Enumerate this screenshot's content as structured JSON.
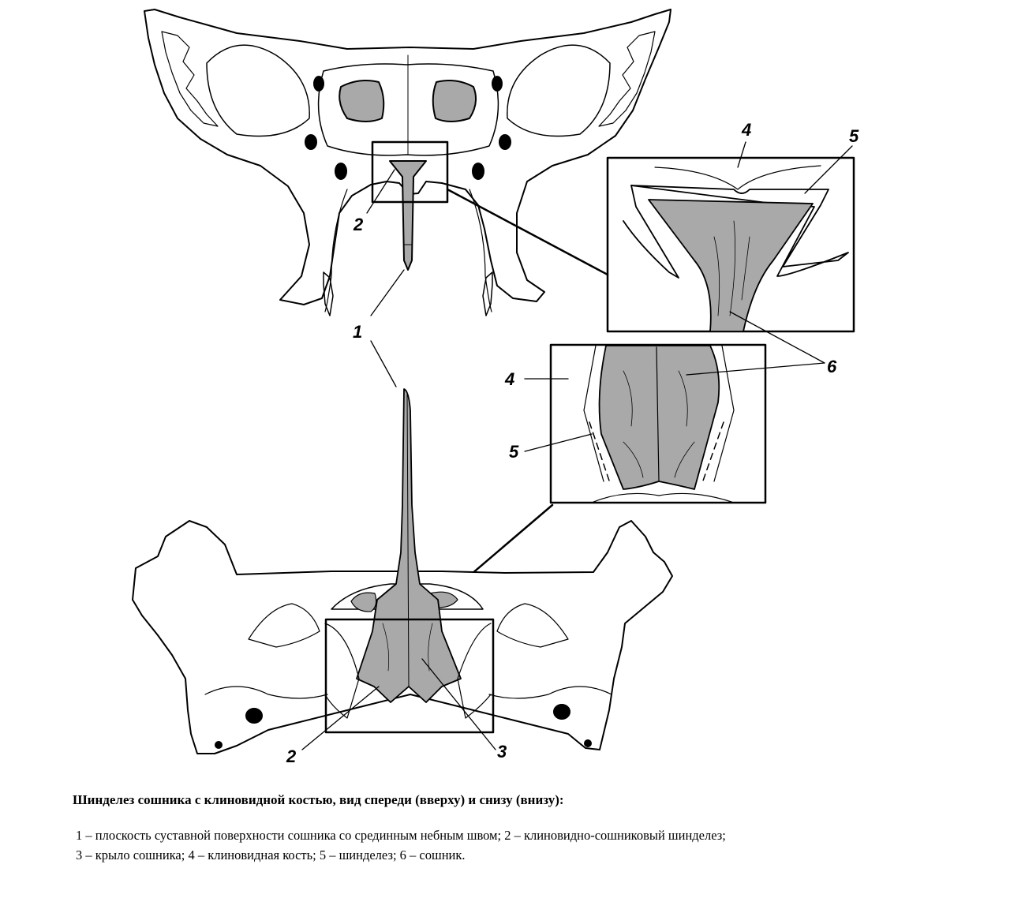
{
  "figure": {
    "labels": {
      "top_1": "1",
      "top_2": "2",
      "zoom_top_4": "4",
      "zoom_top_5": "5",
      "zoom_6": "6",
      "zoom_bottom_4": "4",
      "zoom_bottom_5": "5",
      "bottom_2": "2",
      "bottom_3": "3"
    },
    "colors": {
      "vomer_fill": "#a9a9a9",
      "bone_fill": "#ffffff",
      "outline": "#000000"
    }
  },
  "caption": {
    "title": "Шинделез сошника с клиновидной костью, вид спереди (вверху) и снизу (внизу):",
    "legend_line_1": "1 – плоскость суставной поверхности сошника со срединным небным швом; 2 – клиновидно-сошниковый шинделез;",
    "legend_line_2": "3 – крыло сошника; 4 – клиновидная кость; 5 – шинделез; 6 – сошник."
  }
}
